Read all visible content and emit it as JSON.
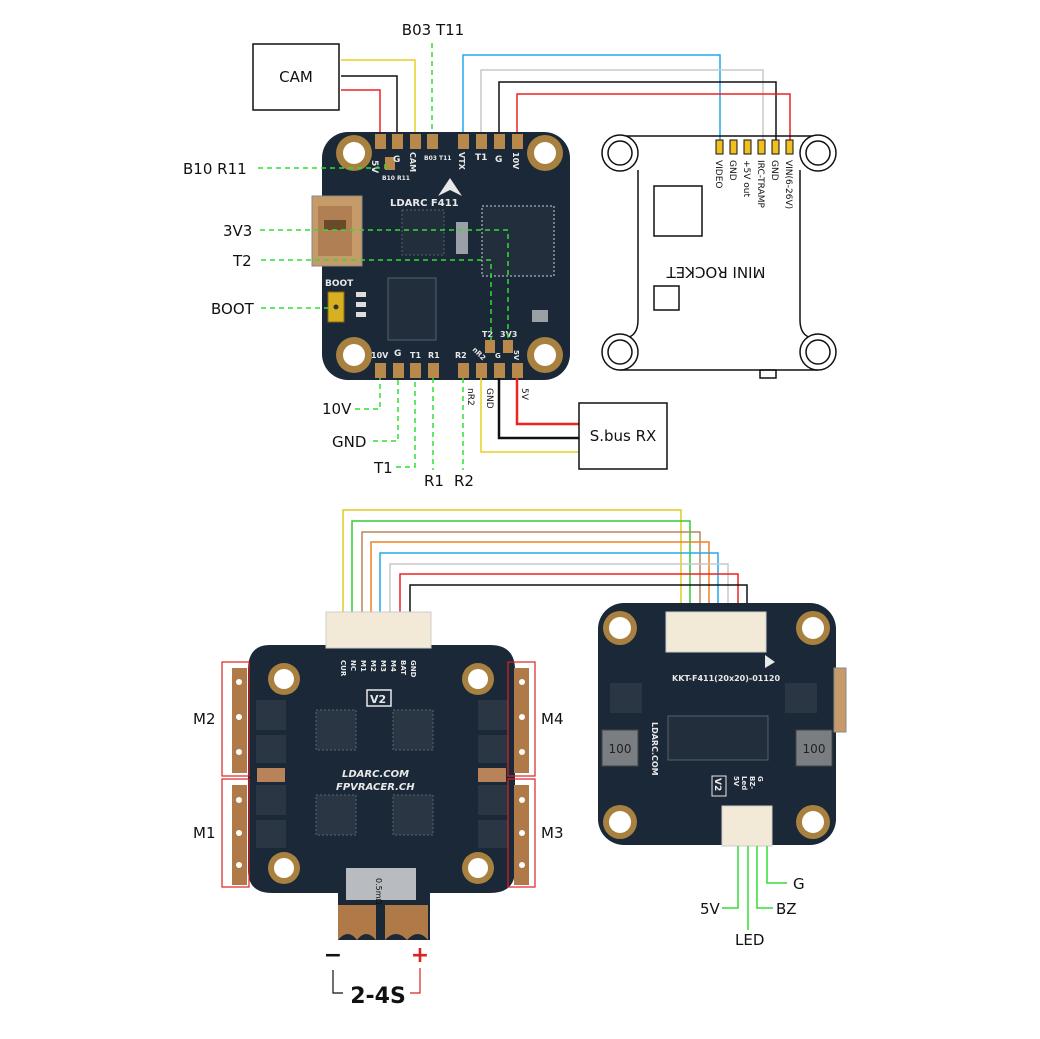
{
  "colors": {
    "pcb": "#1b2838",
    "pad": "#b8894a",
    "ring": "#a88140",
    "dash_green": "#33dd33",
    "wire_red": "#ee2222",
    "wire_black": "#111111",
    "wire_yellow": "#e8d020",
    "wire_blue": "#22aaee",
    "wire_gray": "#c8c8c8",
    "wire_green": "#33cc33",
    "wire_brown": "#b8865a",
    "wire_orange": "#f08020",
    "box_red": "#dd2222"
  },
  "top_diagram": {
    "cam_box": "CAM",
    "top_callout": "B03 T11",
    "left_callouts": [
      "B10 R11",
      "3V3",
      "T2",
      "BOOT"
    ],
    "bottom_callouts": [
      "10V",
      "GND",
      "T1",
      "R1",
      "R2"
    ],
    "fc_top_pads": [
      "5V",
      "G",
      "CAM",
      "B03 T11",
      "VTX",
      "T1",
      "G",
      "10V"
    ],
    "fc_side_pad": "B10 R11",
    "fc_bottom_pads": [
      "10V",
      "G",
      "T1",
      "R1",
      "R2",
      "nR2",
      "G",
      "5V"
    ],
    "fc_inner_pads": [
      "T2",
      "3V3"
    ],
    "fc_silk": "LDARC F411",
    "fc_boot_silk": "BOOT",
    "sbus_wire_labels": [
      "nR2",
      "GND",
      "5V"
    ],
    "sbus_box": "S.bus RX",
    "vtx_name": "MINI ROCKET",
    "vtx_pins": [
      "VIDEO",
      "GND",
      "+5V out",
      "IRC-TRAMP",
      "GND",
      "VIN(6-26V)"
    ]
  },
  "bottom_diagram": {
    "esc_labels": [
      "M2",
      "M1",
      "M4",
      "M3"
    ],
    "esc_connector_silk": [
      "CUR",
      "NC",
      "M1",
      "M2",
      "M3",
      "M4",
      "BAT",
      "GND"
    ],
    "esc_silk": [
      "LDARC.COM",
      "FPVRACER.CH"
    ],
    "esc_version": "V2",
    "esc_shunt": "0.5mΩ",
    "battery_neg": "−",
    "battery_pos": "+",
    "battery_label": "2-4S",
    "fc_model_silk": "KKT-F411(20x20)-01120",
    "fc_side_silk": "LDARC.COM",
    "fc_version": "V2",
    "inductor_marks": [
      "100",
      "100"
    ],
    "led_connector_silk": [
      "5V",
      "Led",
      "BZ-",
      "G"
    ],
    "led_callouts": [
      "G",
      "5V",
      "BZ",
      "LED"
    ]
  }
}
